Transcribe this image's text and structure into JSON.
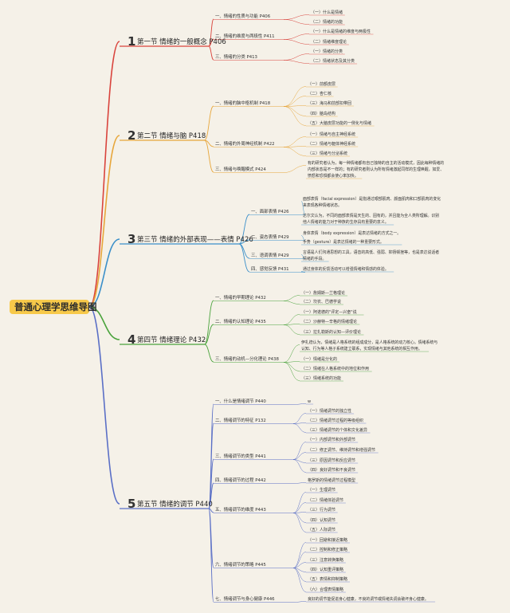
{
  "root": {
    "title": "普通心理学思维导图"
  },
  "sections": [
    {
      "id": "s1",
      "num": "1",
      "title": "第一节 情绪的一般概念 P406",
      "color": "#d9433c",
      "subs": [
        {
          "label": "一、情绪的性质与功能 P406",
          "leaves": [
            "（一）什么是情绪",
            "（二）情绪的功能"
          ]
        },
        {
          "label": "二、情绪的维度与两极性 P411",
          "leaves": [
            "（一）什么是情绪的维度与两极性",
            "（二）情绪维度理论"
          ]
        },
        {
          "label": "三、情绪的分类 P413",
          "leaves": [
            "（一）情绪的分类",
            "（二）情绪状态及其分类"
          ]
        }
      ]
    },
    {
      "id": "s2",
      "num": "2",
      "title": "第二节 情绪与脑 P418",
      "color": "#e7a63a",
      "subs": [
        {
          "label": "一、情绪的脑中枢机制 P418",
          "leaves": [
            "（一）前额皮层",
            "（二）杏仁核",
            "（三）海马和前部扣带回",
            "（四）脑岛结构",
            "（五）大脑皮层功能的一侧化与情绪"
          ]
        },
        {
          "label": "二、情绪的外周神经机制 P422",
          "leaves": [
            "（一）情绪与自主神经系统",
            "（二）情绪与躯体神经系统",
            "（三）情绪与分泌系统"
          ]
        },
        {
          "label": "三、情绪与唤醒模式 P424",
          "leaves": [
            "有的研究者认为，每一种情绪都有自己独特的自主的活动模式，因此每种情绪的",
            "内部状态是不一样的；有的研究者则认为所有情绪激起同样的生理唤醒，如爱、",
            "愤怒和恐惧都会使心率加快。"
          ]
        }
      ]
    },
    {
      "id": "s3",
      "num": "3",
      "title": "第三节 情绪的外部表现——表情 P426",
      "color": "#3a8fc9",
      "subs": [
        {
          "label": "一、面部表情 P426",
          "leaves": [
            "面部表情（facial expression）是指通过眼部肌肉、颜面肌肉和口部肌肉的变化",
            "来表现各种情绪状态。",
            "达尔文认为，不同的面部表情是天生的、固有的，并且能为全人类所理解。识别",
            "他人情绪的能力对于种族的生存具有重要的意义。"
          ]
        },
        {
          "label": "二、姿态表情 P429",
          "leaves": [
            "身体表情（body expression）是表达情绪的方式之一。",
            "手势（gesture）是表达情绪的一种重要形式。"
          ]
        },
        {
          "label": "三、语调表情 P429",
          "leaves": [
            "言语是人们沟通思想的工具，语音的高低、强弱、抑扬顿挫等，也是表达说话者",
            "情绪的手段。"
          ]
        },
        {
          "label": "四、感觉反馈 P431",
          "leaves": [
            "通过身体的反馈活动可以增强情绪和情感的体验。"
          ]
        }
      ]
    },
    {
      "id": "s4",
      "num": "4",
      "title": "第四节 情绪理论 P432",
      "color": "#4aa33c",
      "subs": [
        {
          "label": "一、情绪的早期理论 P432",
          "leaves": [
            "（一）詹姆斯—兰格理论",
            "（二）坎农、巴德学说"
          ]
        },
        {
          "label": "二、情绪的认知理论 P435",
          "leaves": [
            "（一）阿诺德的\"评定—兴奋\"说",
            "（二）沙赫特—辛格的情绪理论",
            "（三）拉扎勒斯的认知—评价理论"
          ]
        },
        {
          "label": "三、情绪的动机—分化理论 P438",
          "leaves": [
            "伊扎德认为，情绪是人格系统的组成成分，是人格系统的动力核心。情绪系统与",
            "认知、行为等人格子系统建立联系，实现情绪与其他系统的相互作用。",
            "（一）情绪是分化的",
            "（二）情绪在人格系统中的地位和作用",
            "（三）情绪系统的功能"
          ]
        }
      ]
    },
    {
      "id": "s5",
      "num": "5",
      "title": "第五节 情绪的调节 P440",
      "color": "#5a6fc6",
      "subs": [
        {
          "label": "一、什么是情绪调节 P440",
          "leaves": [
            "w"
          ]
        },
        {
          "label": "二、情绪调节的特征 P132",
          "leaves": [
            "（一）情绪调节的独立性",
            "（二）情绪调节过程的等级组织",
            "（三）情绪调节的个体和文化差异"
          ]
        },
        {
          "label": "三、情绪调节的类型 P441",
          "leaves": [
            "（一）内部调节和外部调节",
            "（二）修正调节、维持调节和增强调节",
            "（三）原因调节和反应调节",
            "（四）良好调节和不良调节"
          ]
        },
        {
          "label": "四、情绪调节的过程 P442",
          "leaves": [
            "格罗斯的情绪调节过程模型"
          ]
        },
        {
          "label": "五、情绪调节的维度 P443",
          "leaves": [
            "（一）生理调节",
            "（二）情绪体验调节",
            "（三）行为调节",
            "（四）认知调节",
            "（五）人际调节"
          ]
        },
        {
          "label": "六、情绪调节的策略 P445",
          "leaves": [
            "（一）回避和接近策略",
            "（二）控制和修正策略",
            "（三）注意转换策略",
            "（四）认知重评策略",
            "（五）表情和抑制策略",
            "（六）合理表情策略"
          ]
        },
        {
          "label": "七、情绪调节与身心健康 P446",
          "leaves": [
            "良好的调节能促进身心健康，不良的调节或情绪失调会破坏身心健康。"
          ]
        }
      ]
    }
  ]
}
